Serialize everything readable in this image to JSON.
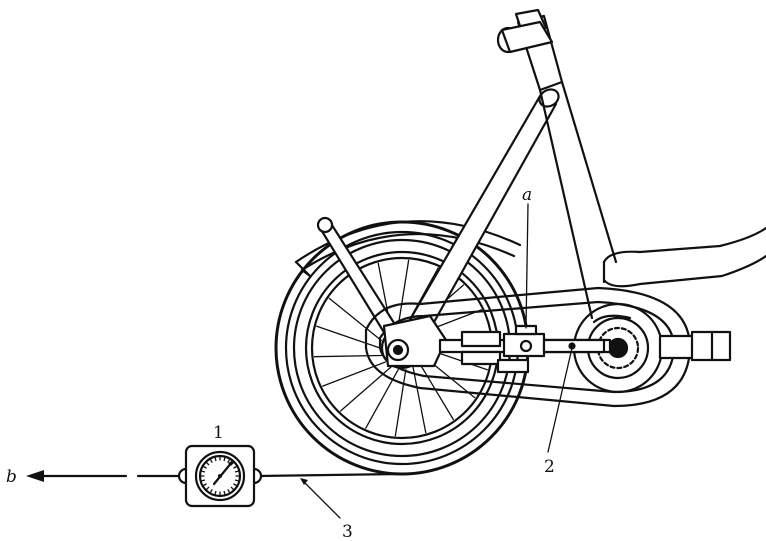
{
  "labels": {
    "gauge": "1",
    "crank_arm": "2",
    "cable": "3",
    "point_a": "a",
    "direction_b": "b"
  }
}
